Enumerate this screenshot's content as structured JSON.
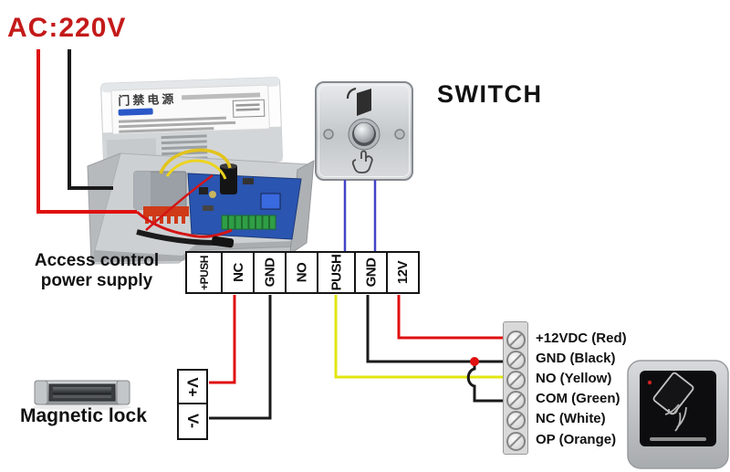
{
  "labels": {
    "ac_power": "AC:220V",
    "switch": "SWITCH",
    "power_supply_line1": "Access control",
    "power_supply_line2": "power supply",
    "magnetic_lock": "Magnetic lock",
    "psu_unit_cn": "门禁电源"
  },
  "terminal_strip": [
    "+PUSH",
    "NC",
    "GND",
    "NO",
    "PUSH",
    "GND",
    "12V"
  ],
  "lock_terminals": [
    "V+",
    "V-"
  ],
  "controller_terminals": [
    "+12VDC (Red)",
    "GND (Black)",
    "NO (Yellow)",
    "COM (Green)",
    "NC (White)",
    "OP (Orange)"
  ],
  "colors": {
    "wire_red": "#e01010",
    "wire_black": "#1a1a1a",
    "wire_blue": "#4444c8",
    "wire_yellow": "#e2e610",
    "junction_dot": "#e01010",
    "label_red": "#c41a1a"
  }
}
